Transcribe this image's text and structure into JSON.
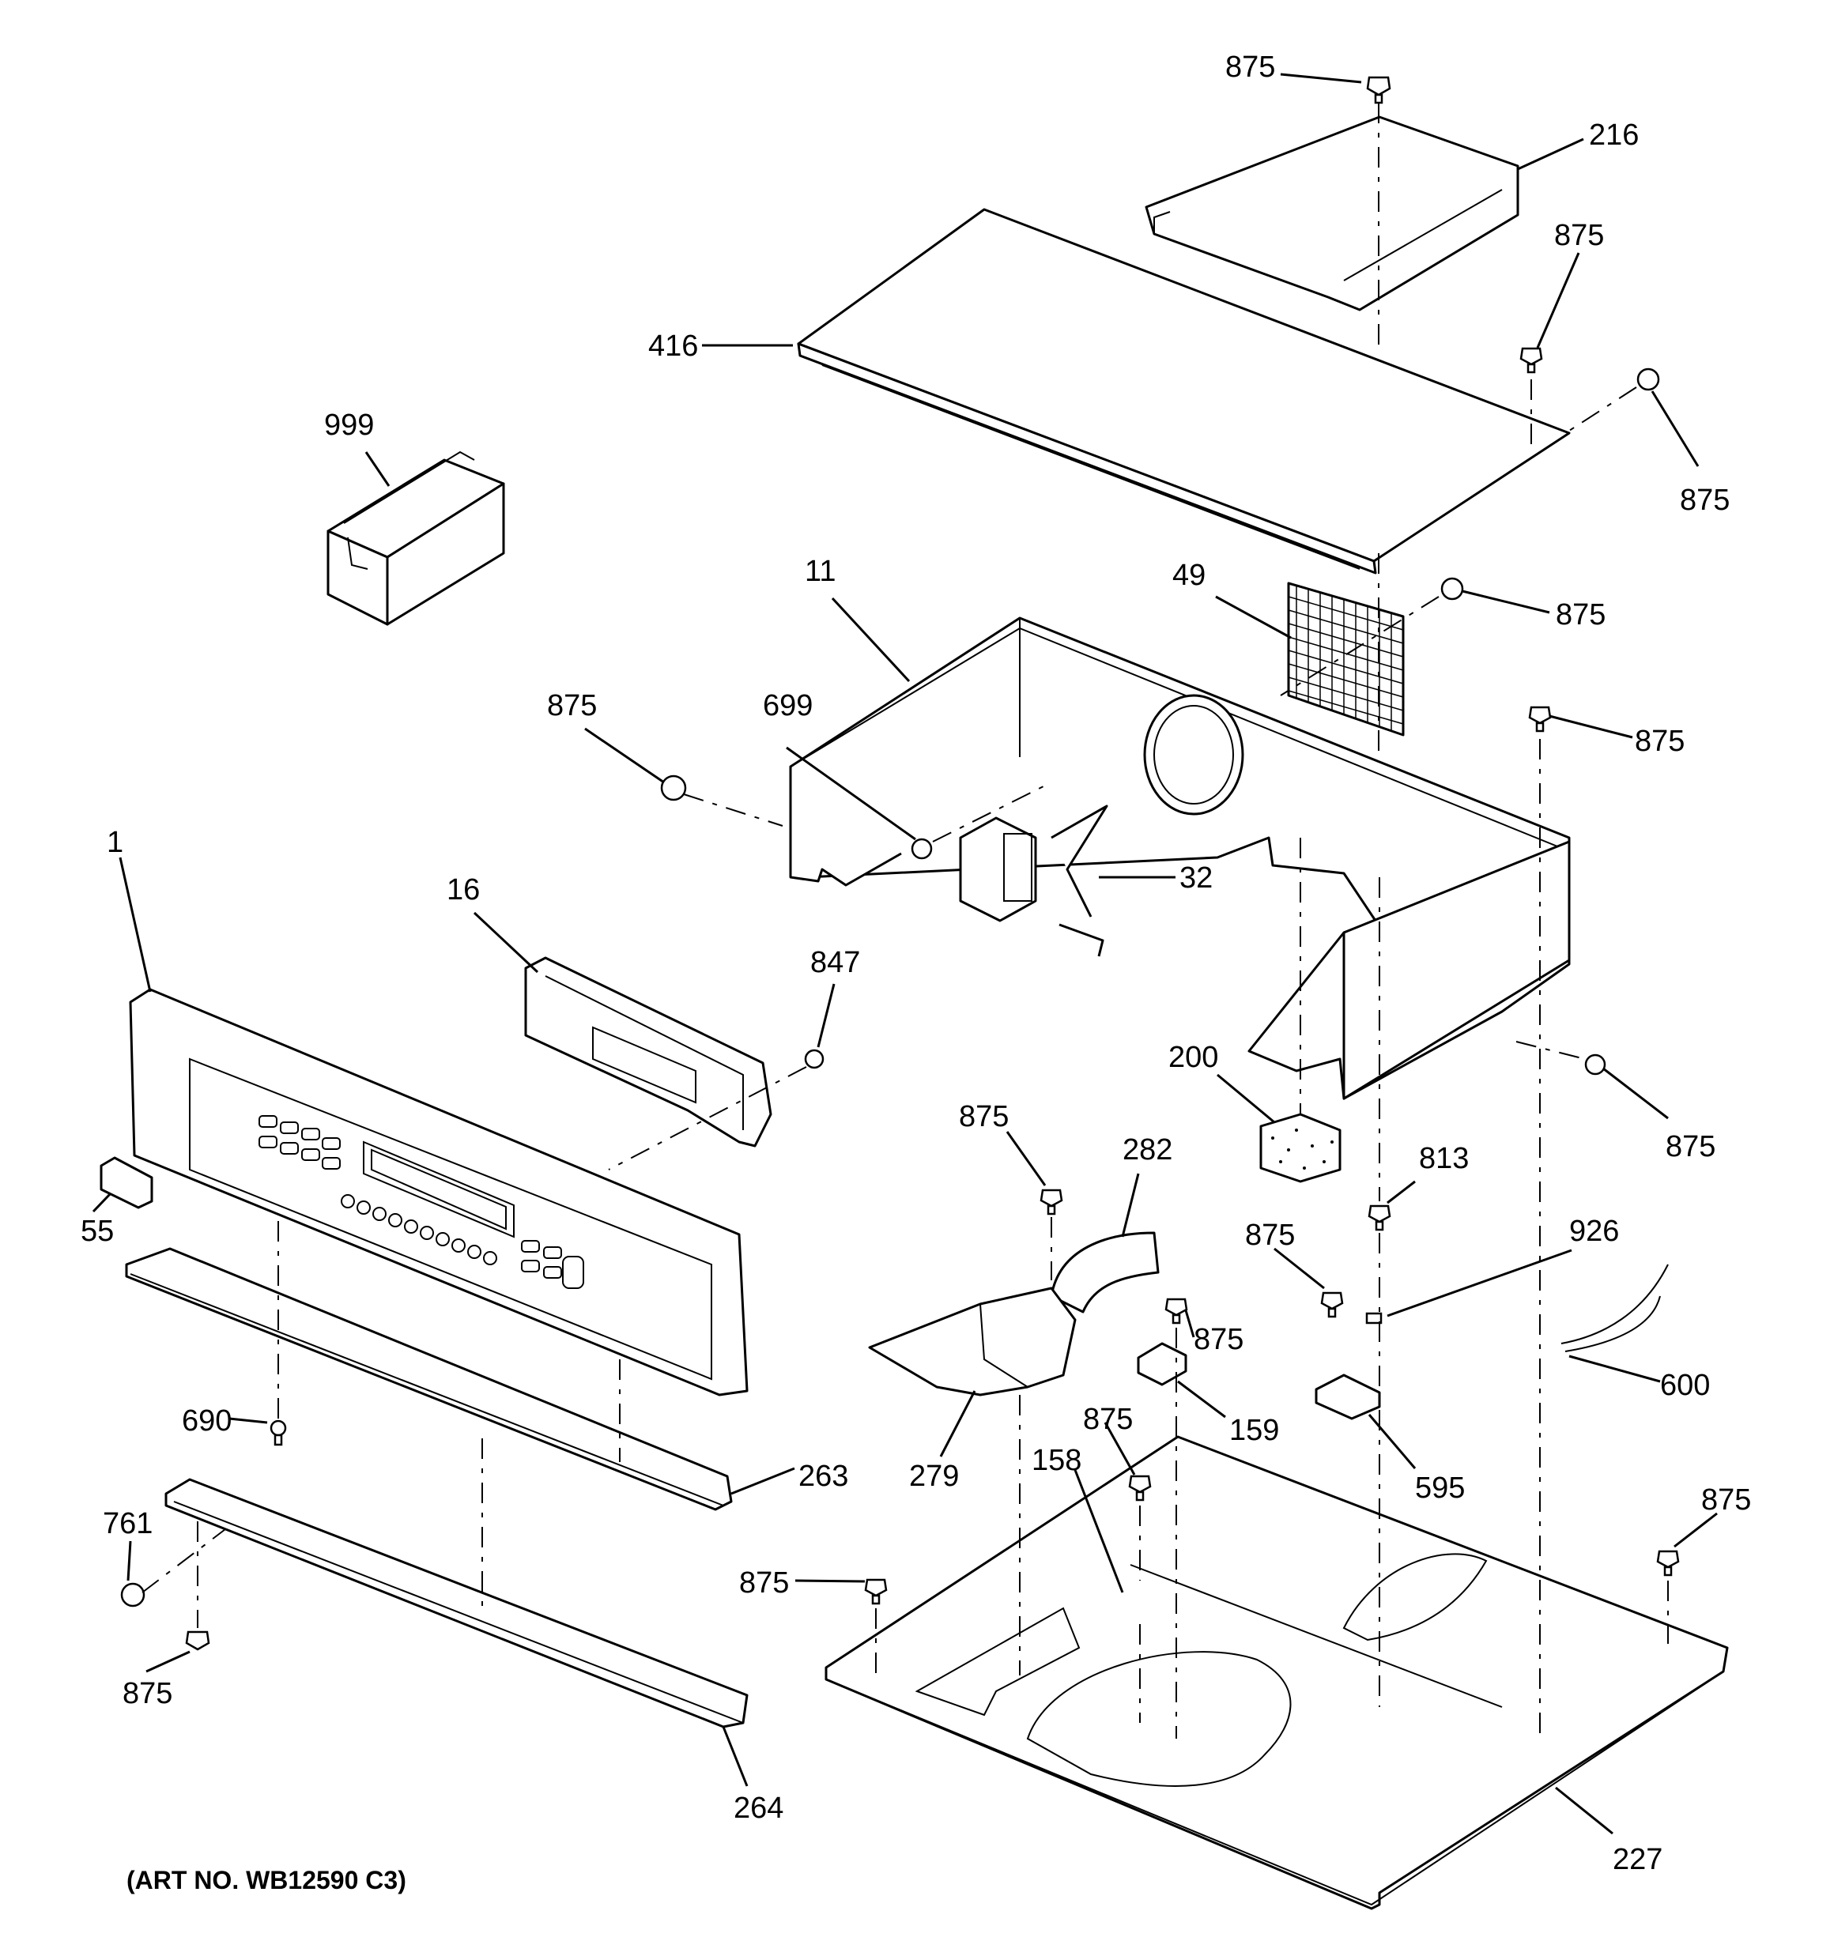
{
  "art_number": "(ART NO. WB12590 C3)",
  "callouts": {
    "c875_top": "875",
    "c216": "216",
    "c875_tr1": "875",
    "c875_tr2": "875",
    "c416": "416",
    "c999": "999",
    "c49": "49",
    "c875_mr": "875",
    "c11": "11",
    "c875_left": "875",
    "c699": "699",
    "c875_r2": "875",
    "c32": "32",
    "c1": "1",
    "c16": "16",
    "c847": "847",
    "c200": "200",
    "c875_r3": "875",
    "c875_282": "875",
    "c282": "282",
    "c813": "813",
    "c55": "55",
    "c875_595": "875",
    "c926": "926",
    "c875_159": "875",
    "c600": "600",
    "c690": "690",
    "c159": "159",
    "c875_158": "875",
    "c263": "263",
    "c279": "279",
    "c595": "595",
    "c158": "158",
    "c761": "761",
    "c875_br": "875",
    "c875_227": "875",
    "c875_bl": "875",
    "c264": "264",
    "c227": "227"
  }
}
